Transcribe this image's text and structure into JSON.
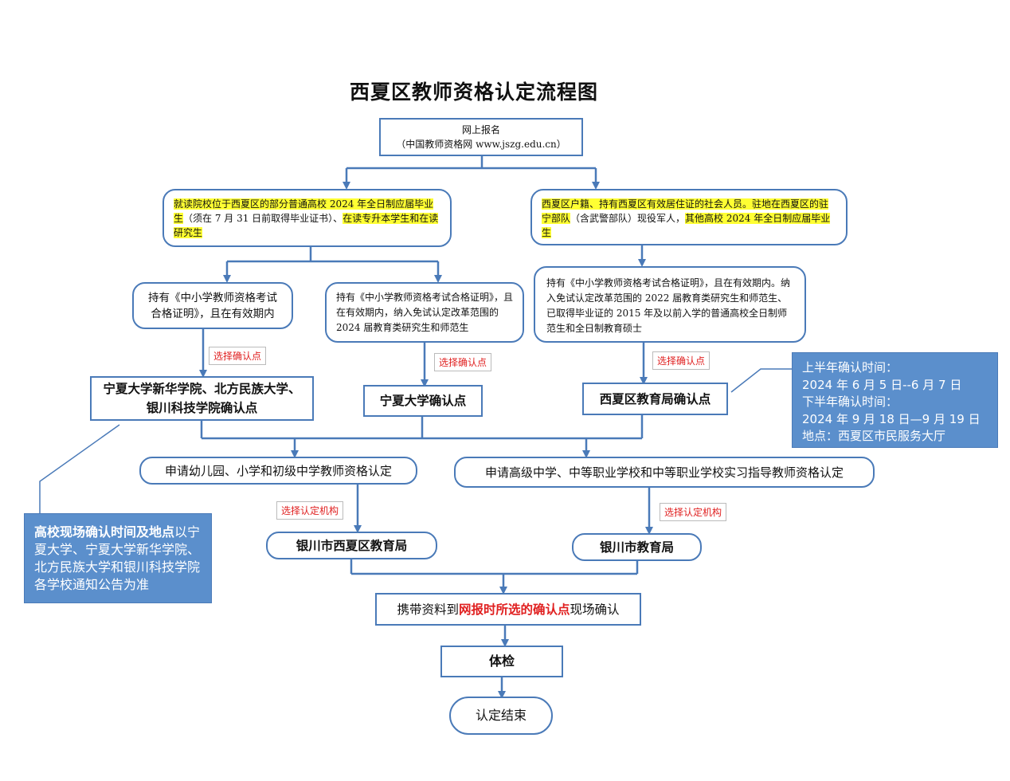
{
  "title": "西夏区教师资格认定流程图",
  "online": {
    "line1": "网上报名",
    "line2": "（中国教师资格网 www.jszg.edu.cn）"
  },
  "groupA": {
    "p1": "就读院校位于西夏区的部分普通高校 2024 年全日制应届毕业生",
    "p2": "（须在 7 月 31 日前取得毕业证书）、",
    "p3": "在读专升本学生和在读研究生"
  },
  "groupB": {
    "p1": "西夏区户籍、持有西夏区有效居住证的社会人员。",
    "p2": "驻地在西夏区的驻宁部队",
    "p3": "（含武警部队）现役军人，",
    "p4": "其他高校 2024 年全日制应届毕业生"
  },
  "certA1": "持有《中小学教师资格考试合格证明》，且在有效期内",
  "certA2": "持有《中小学教师资格考试合格证明》，且在有效期内，纳入免试认定改革范围的 2024 届教育类研究生和师范生",
  "certB": "持有《中小学教师资格考试合格证明》，且在有效期内。纳入免试认定改革范围的 2022 届教育类研究生和师范生、已取得毕业证的 2015 年及以前入学的普通高校全日制师范生和全日制教育硕士",
  "select_confirm": "选择确认点",
  "select_org": "选择认定机构",
  "point1": "宁夏大学新华学院、北方民族大学、银川科技学院确认点",
  "point2": "宁夏大学确认点",
  "point3": "西夏区教育局确认点",
  "time_note": {
    "l1": "上半年确认时间：",
    "l2": "2024 年 6 月 5 日--6 月 7 日",
    "l3": "下半年确认时间：",
    "l4": "2024 年 9 月 18 日—9 月 19 日",
    "l5": "地点：西夏区市民服务大厅"
  },
  "apply1": "申请幼儿园、小学和初级中学教师资格认定",
  "apply2": "申请高级中学、中等职业学校和中等职业学校实习指导教师资格认定",
  "org1": "银川市西夏区教育局",
  "org2": "银川市教育局",
  "campus_note": {
    "bold": "高校现场确认时间及地点",
    "rest": "以宁夏大学、宁夏大学新华学院、北方民族大学和银川科技学院各学校通知公告为准"
  },
  "onsite": {
    "pre": "携带资料到",
    "mid": "网报时所选的确认点",
    "post": "现场确认"
  },
  "exam": "体检",
  "end": "认定结束",
  "colors": {
    "line": "#4a7ab8",
    "highlight": "#ffff33",
    "accent": "#e02020",
    "note_bg": "#5b8fcc"
  }
}
